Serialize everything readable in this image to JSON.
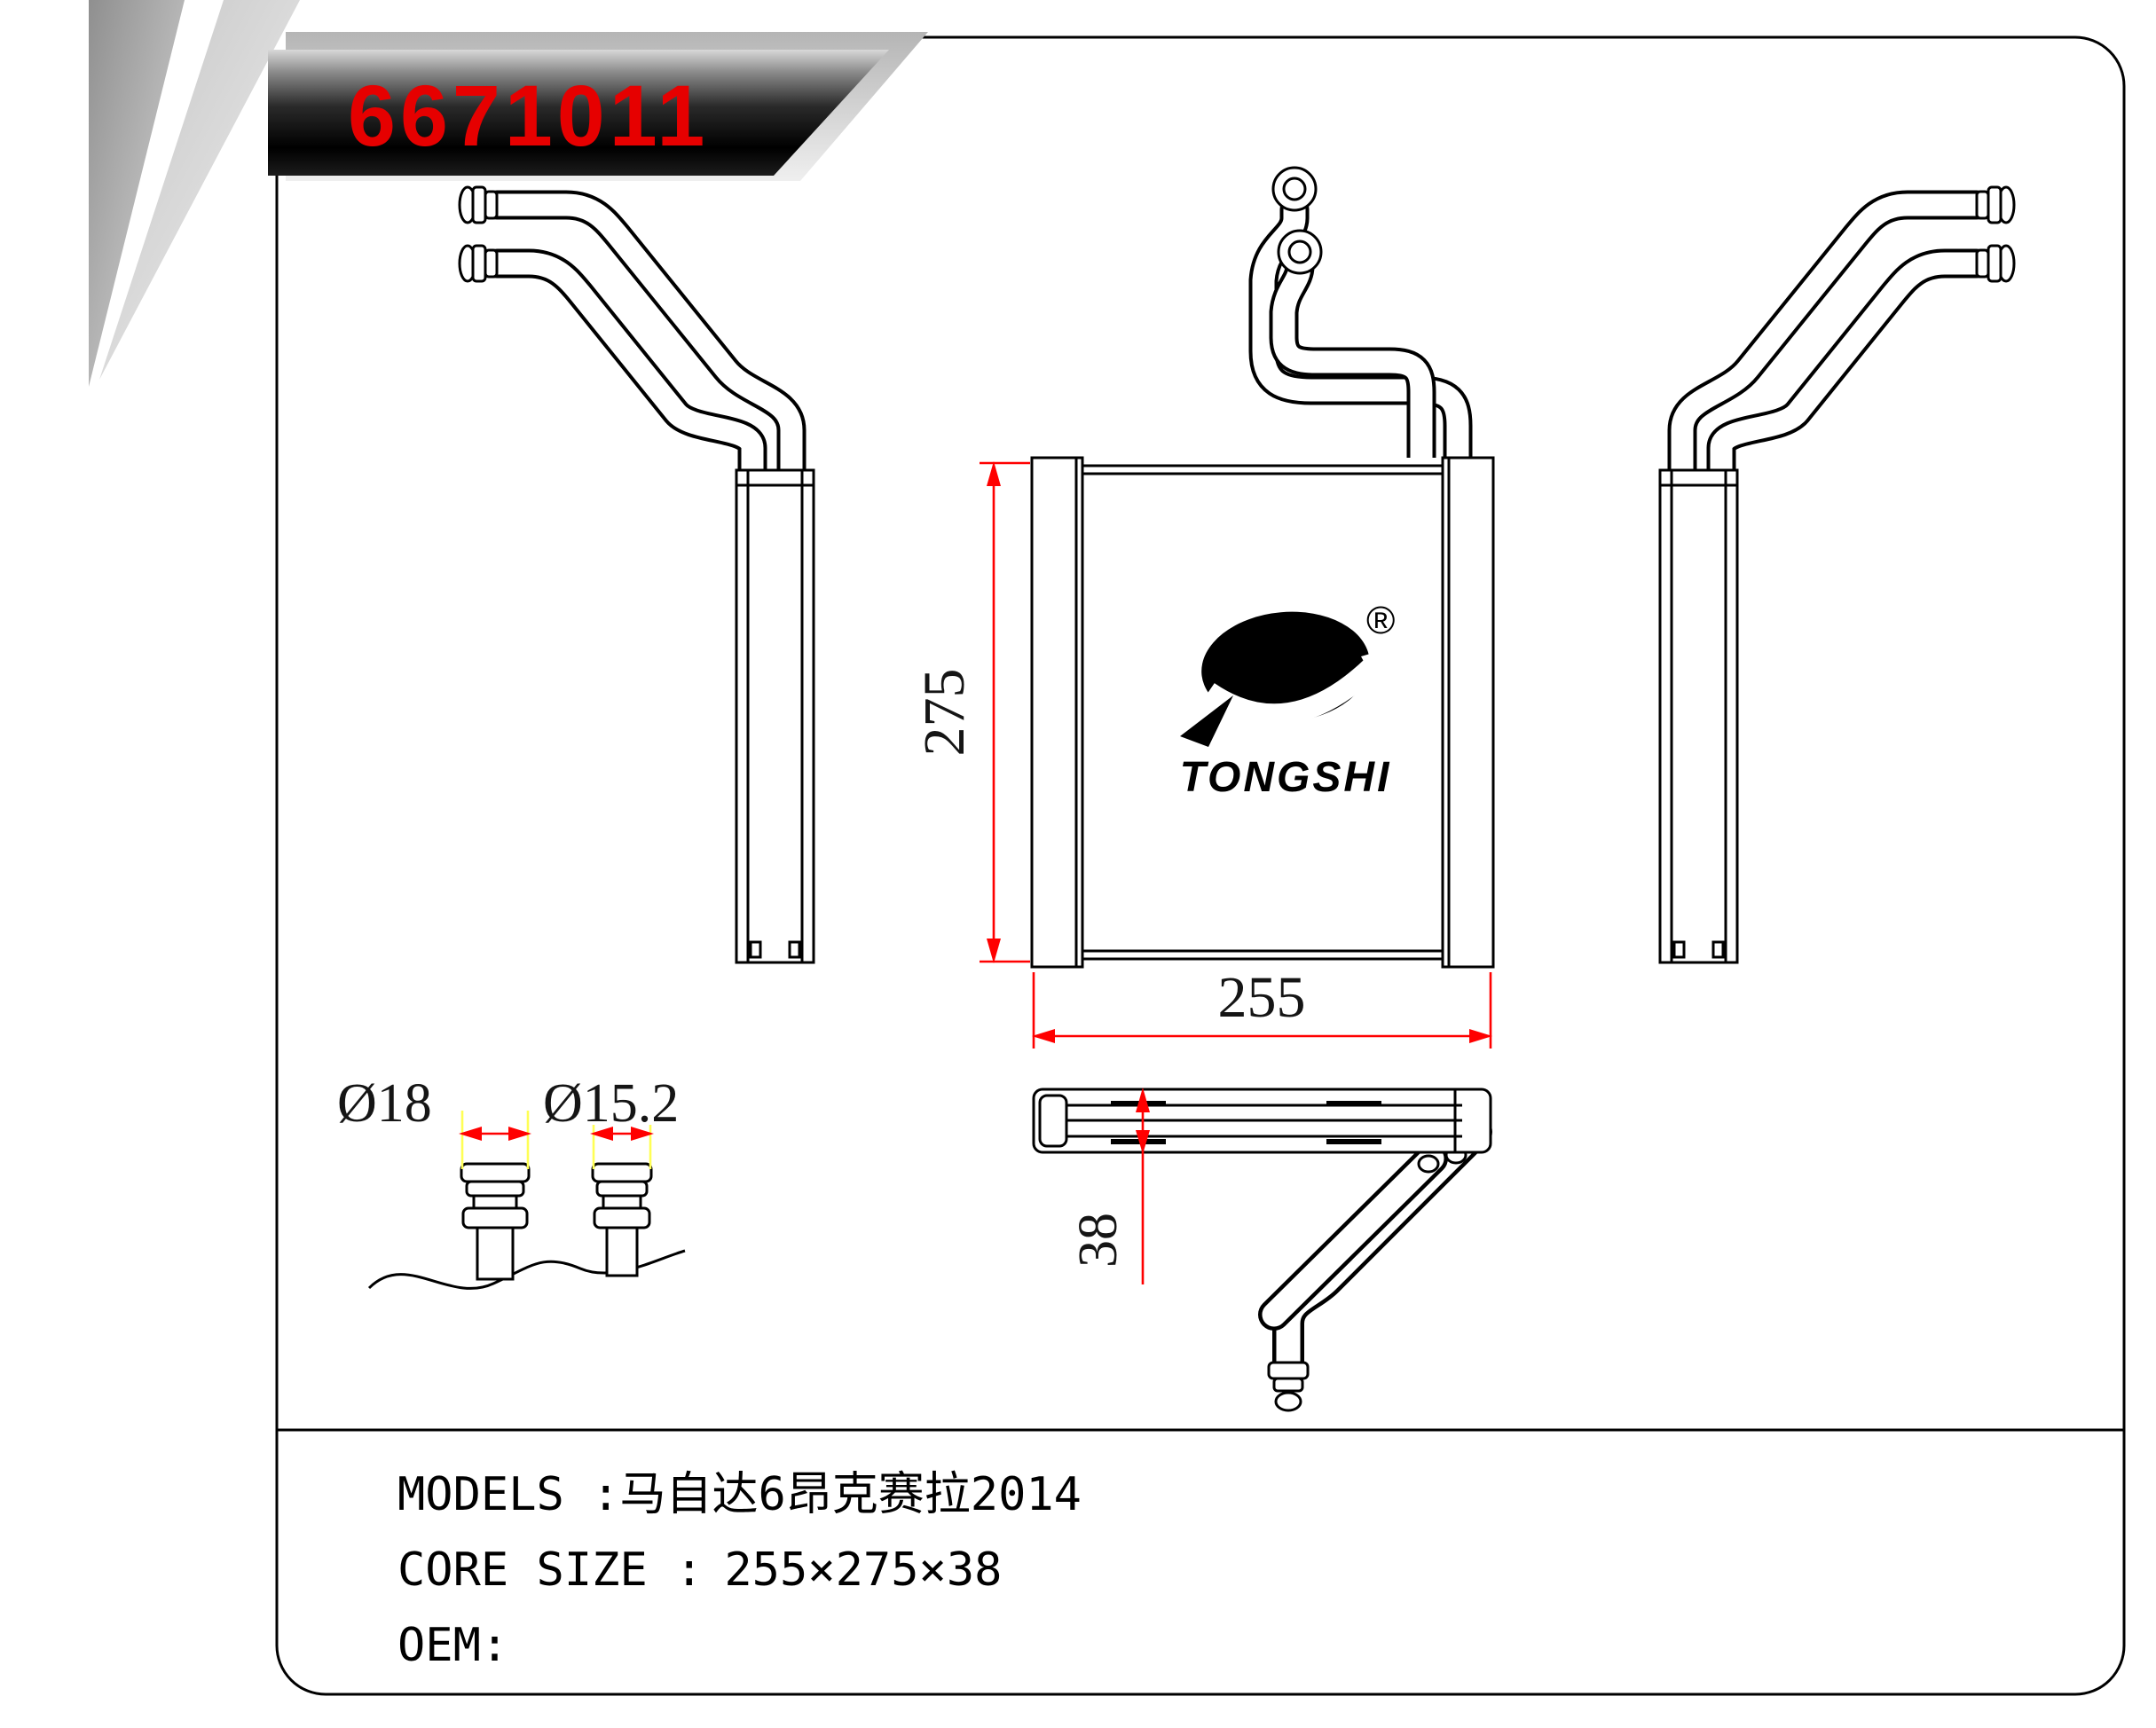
{
  "banner": {
    "part_number": "6671011",
    "number_color": "#e60000"
  },
  "logo": {
    "brand": "TONGSHI",
    "registered": "®"
  },
  "dimensions": {
    "core_height": "275",
    "core_width": "255",
    "core_depth": "38",
    "pipe_dia_large": "Ø18",
    "pipe_dia_small": "Ø15.2",
    "dimension_line_color": "#ff0000",
    "extension_line_color": "#ffff55"
  },
  "info": {
    "models_label": "MODELS :",
    "models_value": "马自达6昂克赛拉2014",
    "core_size_label": "CORE SIZE :",
    "core_size_value": "255×275×38",
    "oem_label": "OEM:"
  }
}
